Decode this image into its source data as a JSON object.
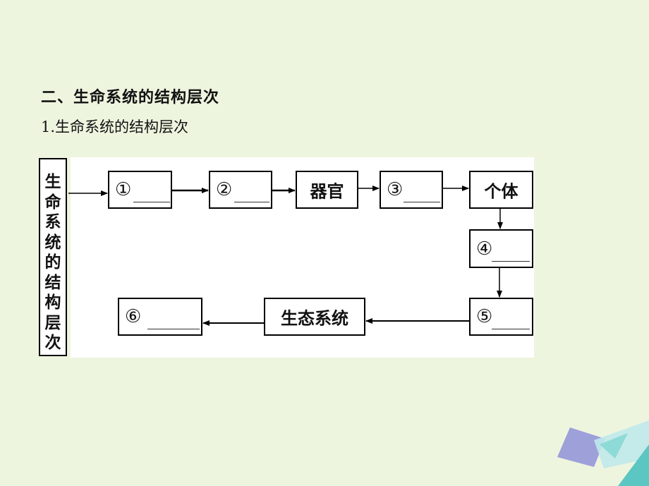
{
  "heading": "二、生命系统的结构层次",
  "subheading": "1.生命系统的结构层次",
  "diagram": {
    "side_label": [
      "生",
      "命",
      "系",
      "统",
      "的",
      "结",
      "构",
      "层",
      "次"
    ],
    "blank_1": "①",
    "blank_2": "②",
    "organ": "器官",
    "blank_3": "③",
    "individual": "个体",
    "blank_4": "④",
    "blank_5": "⑤",
    "ecosystem": "生态系统",
    "blank_6": "⑥"
  },
  "colors": {
    "background": "#eef5df",
    "deco_purple": "#8f90d8",
    "deco_teal": "#5cc6c2",
    "deco_light": "#bfe9ea"
  }
}
